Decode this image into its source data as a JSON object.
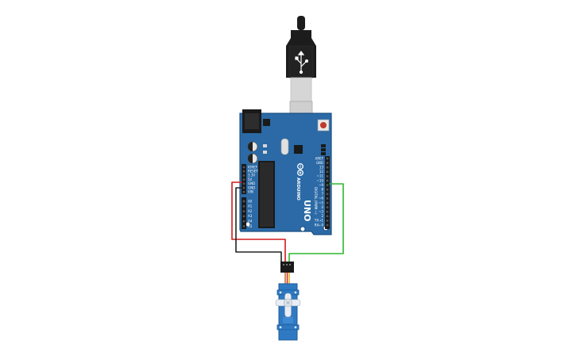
{
  "board": {
    "brand": "ARDUINO",
    "model": "UNO",
    "power_header_labels": [
      "IOREF",
      "RESET",
      "3.3V",
      "5V",
      "GND",
      "GND",
      "VIN"
    ],
    "analog_header_labels": [
      "A0",
      "A1",
      "A2",
      "A3",
      "A4",
      "A5"
    ],
    "digital_header_labels": [
      "AREF",
      "GND",
      "13",
      "12",
      "~11",
      "~10",
      "~9",
      "8",
      "7",
      "~6",
      "~5",
      "4",
      "~3",
      "2",
      "TX→1",
      "RX←0"
    ],
    "digital_caption": "DIGITAL (PWM ~)"
  },
  "colors": {
    "board": "#2b6aa6",
    "board_edge": "#1d4f80",
    "header": "#1a1a1a",
    "usb_plug": "#1c1c1c",
    "usb_metal": "#d2d2d2",
    "reset_button": "#c0392b",
    "servo_body": "#2f79c2",
    "servo_horn": "#e9eef5",
    "wire_power": "#d11a1a",
    "wire_ground": "#222222",
    "wire_signal": "#2eb82e"
  },
  "wires": [
    {
      "name": "power-wire",
      "color_key": "wire_power",
      "from": "5V",
      "to": "servo-power"
    },
    {
      "name": "ground-wire",
      "color_key": "wire_ground",
      "from": "GND",
      "to": "servo-ground"
    },
    {
      "name": "signal-wire",
      "color_key": "wire_signal",
      "from": "~9",
      "to": "servo-signal"
    }
  ]
}
